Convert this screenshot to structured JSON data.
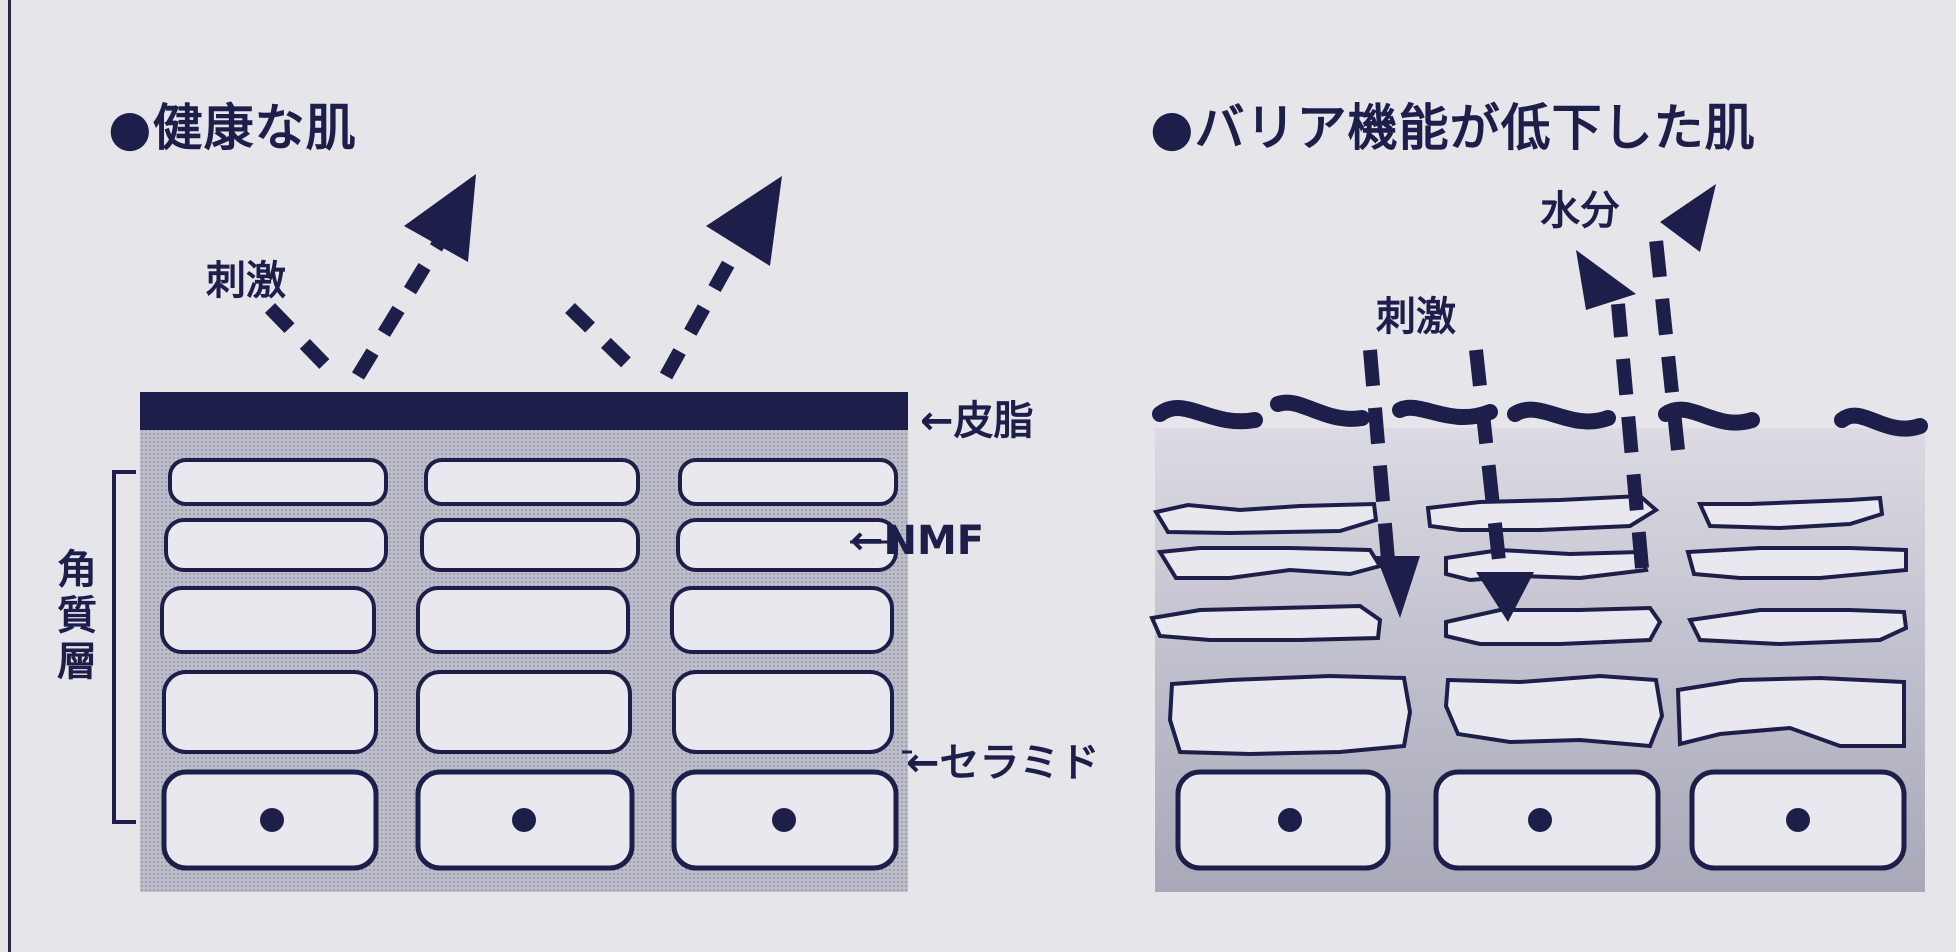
{
  "healthy": {
    "title": "●健康な肌",
    "stimulus_label": "刺激",
    "sebum_label": "←皮脂",
    "nmf_label": "←NMF",
    "ceramide_label": "←セラミド",
    "stratum_label": "角質層"
  },
  "damaged": {
    "title": "●バリア機能が低下した肌",
    "stimulus_label": "刺激",
    "water_label": "水分"
  },
  "colors": {
    "ink": "#1d1f4a",
    "cell_fill": "#e9e8ef",
    "layer_fill": "#b9b9c6",
    "paper": "#e6e5ea"
  }
}
